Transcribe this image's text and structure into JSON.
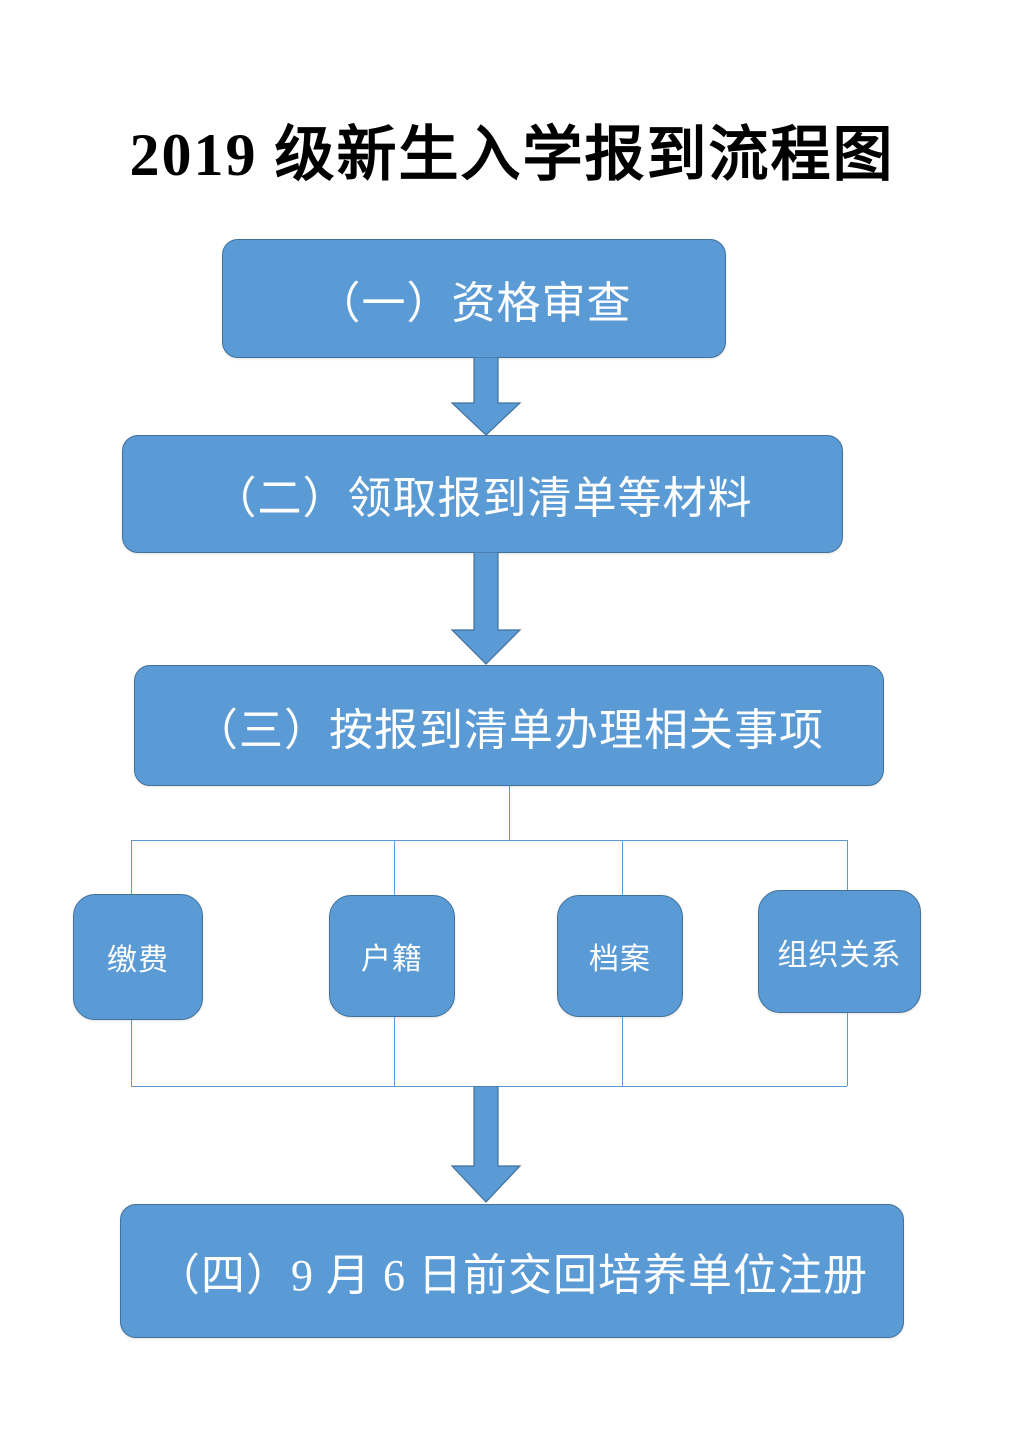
{
  "page": {
    "title": "2019 级新生入学报到流程图",
    "background_color": "#ffffff",
    "box_fill_color": "#5b9bd5",
    "box_border_color": "#41719c",
    "box_text_color": "#ffffff",
    "connector_color": "#5b9bd5",
    "title_color": "#000000"
  },
  "flow": {
    "steps": [
      {
        "id": "step-1",
        "label": "（一）资格审查"
      },
      {
        "id": "step-2",
        "label": "（二）领取报到清单等材料"
      },
      {
        "id": "step-3",
        "label": "（三）按报到清单办理相关事项"
      },
      {
        "id": "step-4",
        "label": "（四）9 月 6 日前交回培养单位注册"
      }
    ],
    "branches": [
      {
        "id": "branch-payment",
        "label": "缴费"
      },
      {
        "id": "branch-household",
        "label": "户籍"
      },
      {
        "id": "branch-archive",
        "label": "档案"
      },
      {
        "id": "branch-party-relations",
        "label": "组织关系"
      }
    ],
    "connectors": [
      {
        "id": "arrow-step1-to-step2",
        "type": "block-arrow",
        "direction": "down"
      },
      {
        "id": "arrow-step2-to-step3",
        "type": "block-arrow",
        "direction": "down"
      },
      {
        "id": "split-step3-to-branches",
        "type": "thin-line-tree"
      },
      {
        "id": "merge-branches-to-step4",
        "type": "thin-line-tree"
      },
      {
        "id": "arrow-merge-to-step4",
        "type": "block-arrow",
        "direction": "down"
      }
    ]
  }
}
